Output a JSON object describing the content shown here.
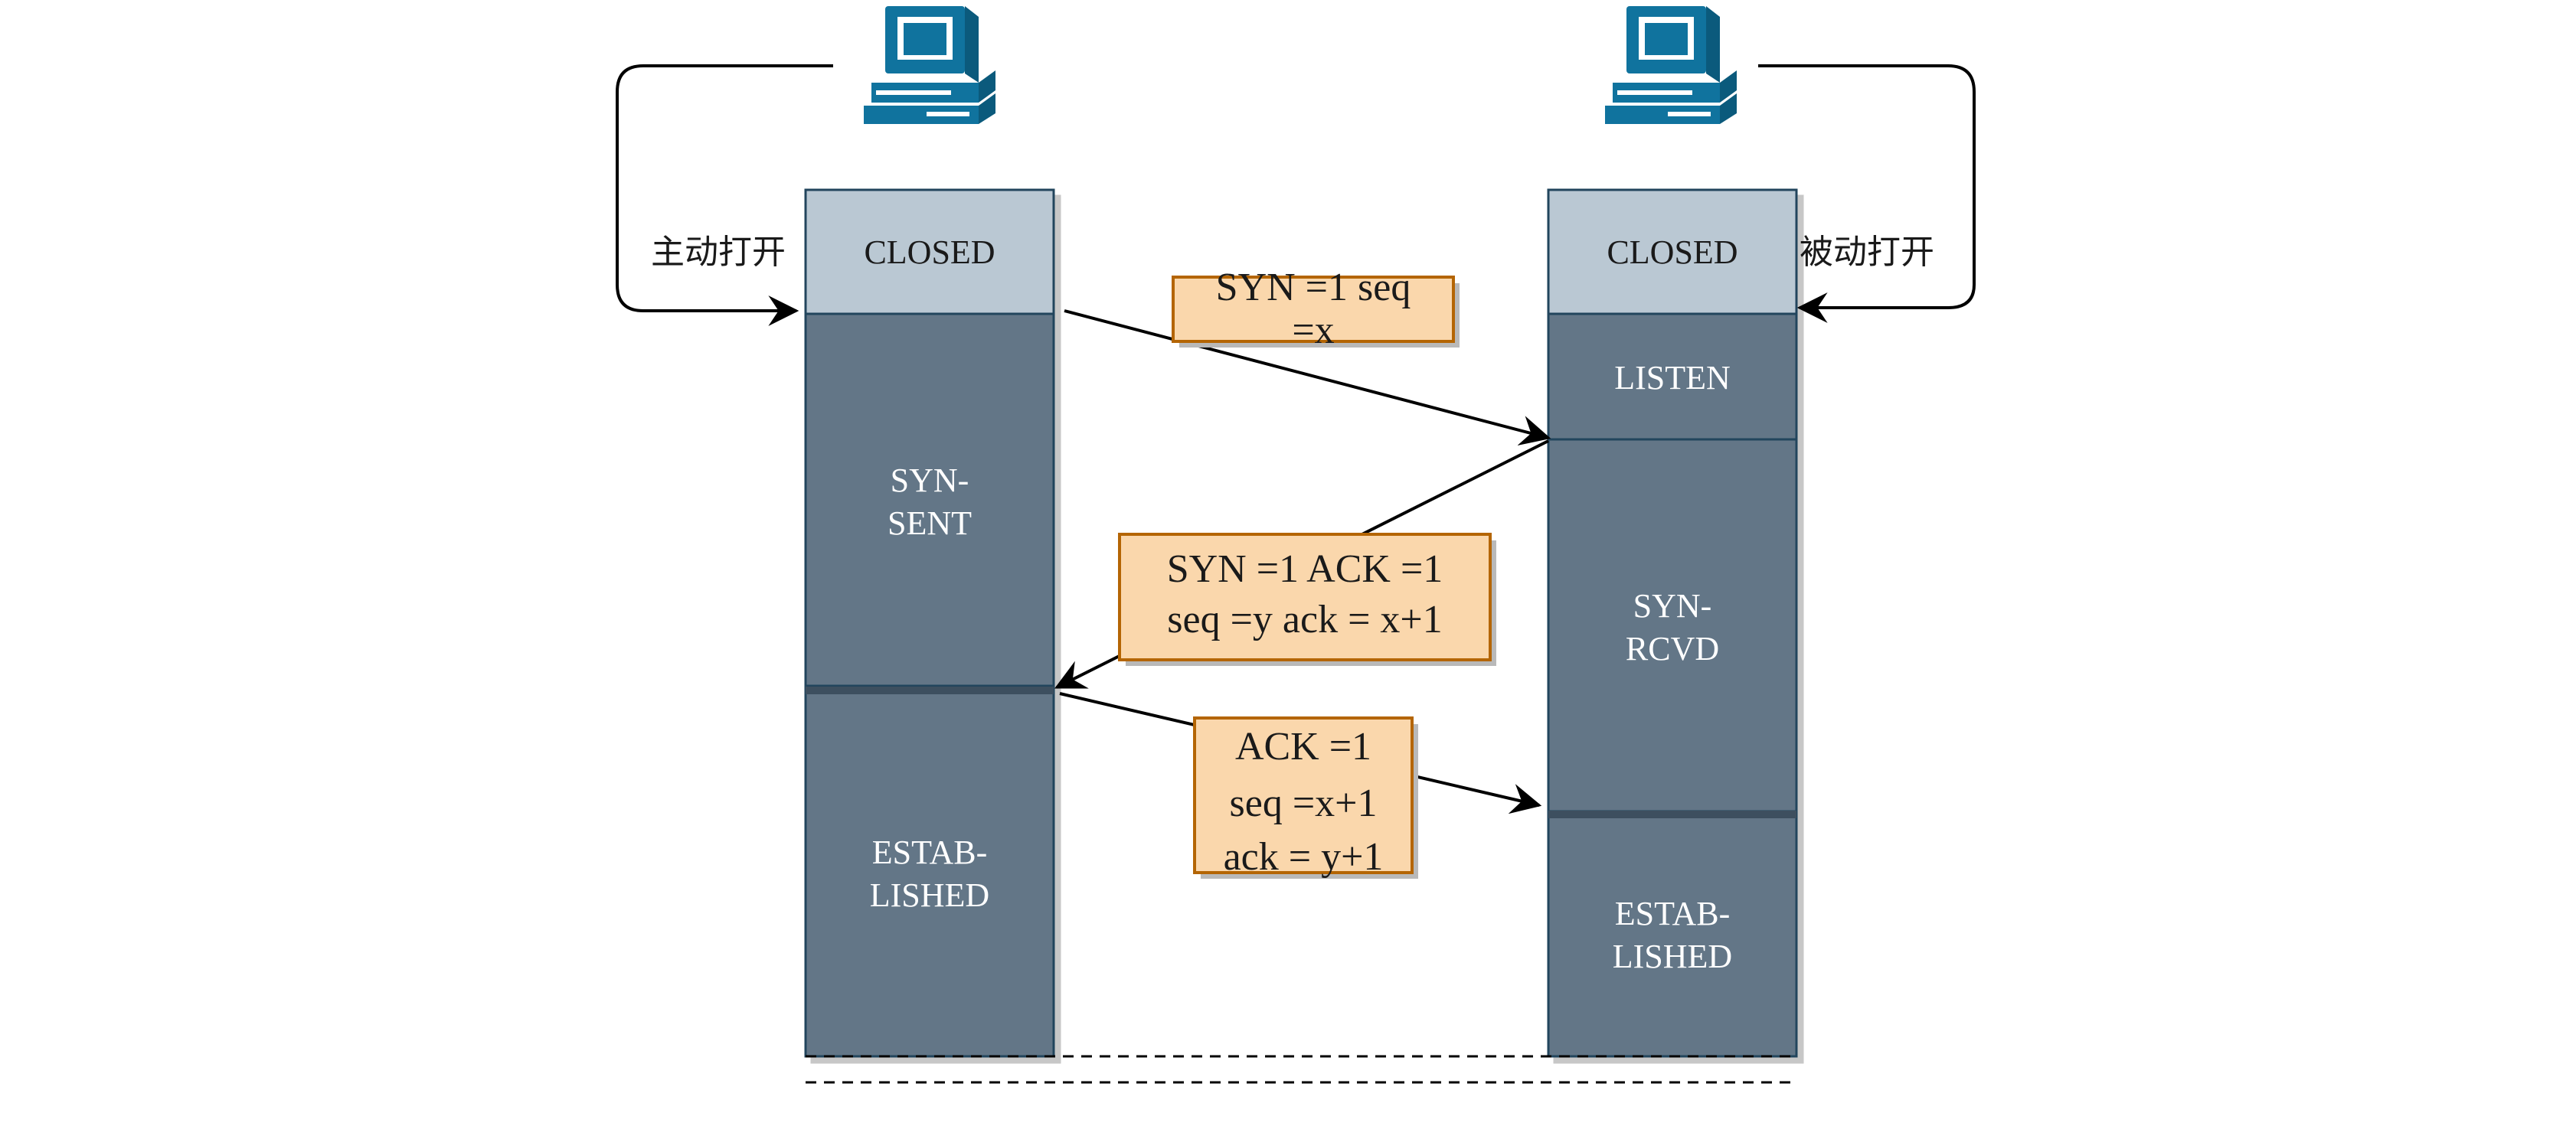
{
  "client": {
    "icon": "computer-icon",
    "open_label": "主动打开",
    "states": {
      "closed": "CLOSED",
      "syn_sent": [
        "SYN-",
        "SENT"
      ],
      "established": [
        "ESTAB-",
        "LISHED"
      ]
    }
  },
  "server": {
    "icon": "computer-icon",
    "open_label": "被动打开",
    "states": {
      "closed": "CLOSED",
      "listen": "LISTEN",
      "syn_rcvd": [
        "SYN-",
        "RCVD"
      ],
      "established": [
        "ESTAB-",
        "LISHED"
      ]
    }
  },
  "messages": {
    "syn": [
      "SYN =1 seq",
      "=x"
    ],
    "syn_ack": [
      "SYN =1 ACK =1",
      "seq =y ack = x+1"
    ],
    "ack": [
      "ACK =1",
      "seq =x+1",
      "ack = y+1"
    ]
  },
  "colors": {
    "closed_fill": "#bac8d3",
    "state_fill": "#647687",
    "state_stroke": "#23445d",
    "msg_fill": "#fad7ac",
    "msg_stroke": "#b46504",
    "computer": "#10739e",
    "line": "#000000"
  }
}
